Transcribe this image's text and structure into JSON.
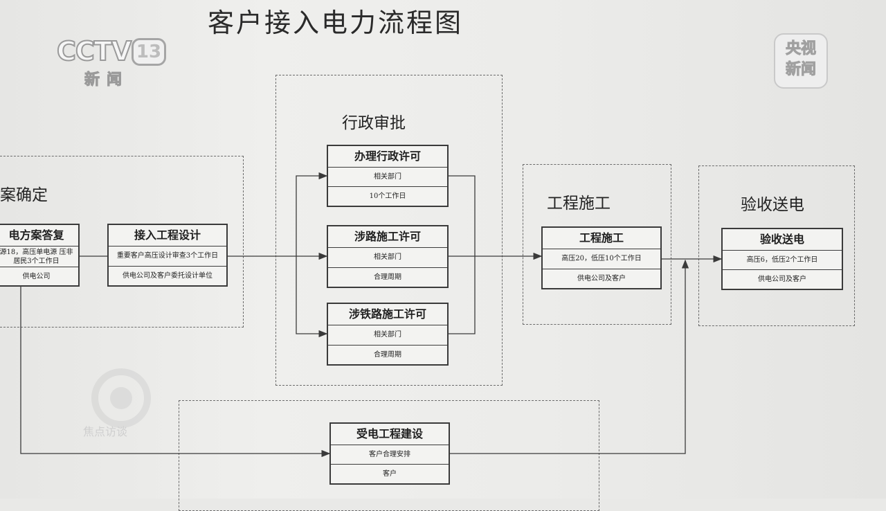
{
  "title": "客户接入电力流程图",
  "logos": {
    "cctv_word": "CCTV",
    "cctv_channel": "13",
    "cctv_sub": "新闻",
    "yangshi_line1": "央视",
    "yangshi_line2": "新闻",
    "watermark": "焦点访谈"
  },
  "groups": {
    "plan": "案确定",
    "admin": "行政审批",
    "construction": "工程施工",
    "acceptance": "验收送电"
  },
  "nodes": {
    "plan_reply": {
      "title": "电方案答复",
      "rows": [
        "源18，高压单电源 压非居民3个工作日",
        "供电公司"
      ]
    },
    "design": {
      "title": "接入工程设计",
      "rows": [
        "重要客户高压设计审查3个工作日",
        "供电公司及客户委托设计单位"
      ]
    },
    "admin_permit": {
      "title": "办理行政许可",
      "rows": [
        "相关部门",
        "10个工作日"
      ]
    },
    "road_permit": {
      "title": "涉路施工许可",
      "rows": [
        "相关部门",
        "合理周期"
      ]
    },
    "rail_permit": {
      "title": "涉铁路施工许可",
      "rows": [
        "相关部门",
        "合理周期"
      ]
    },
    "construction": {
      "title": "工程施工",
      "rows": [
        "高压20，低压10个工作日",
        "供电公司及客户"
      ]
    },
    "acceptance": {
      "title": "验收送电",
      "rows": [
        "高压6，低压2个工作日",
        "供电公司及客户"
      ]
    },
    "receiving": {
      "title": "受电工程建设",
      "rows": [
        "客户合理安排",
        "客户"
      ]
    }
  },
  "colors": {
    "paper": "#ececea",
    "line": "#3a3a3a",
    "dash": "#6a6a6a"
  }
}
